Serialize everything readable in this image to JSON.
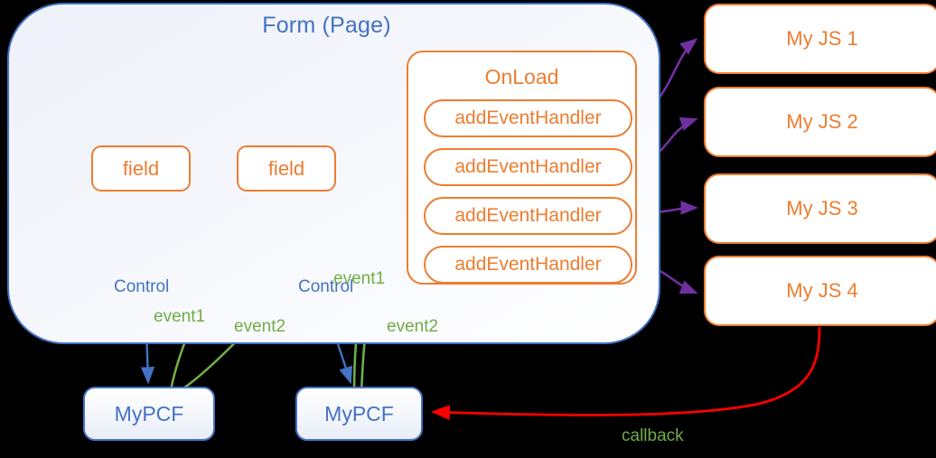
{
  "diagram": {
    "title": "Form (Page)",
    "colors": {
      "form_border": "#4472C4",
      "orange": "#ED7D31",
      "blue": "#4472C4",
      "green": "#70AD47",
      "purple": "#7030A0",
      "red": "#FF0000",
      "background": "#000000"
    },
    "form": {
      "label": "Form (Page)",
      "fields": [
        {
          "label": "field"
        },
        {
          "label": "field"
        }
      ],
      "onload": {
        "label": "OnLoad",
        "handlers": [
          {
            "label": "addEventHandler"
          },
          {
            "label": "addEventHandler"
          },
          {
            "label": "addEventHandler"
          },
          {
            "label": "addEventHandler"
          }
        ]
      }
    },
    "js_boxes": [
      {
        "label": "My JS 1"
      },
      {
        "label": "My JS 2"
      },
      {
        "label": "My JS 3"
      },
      {
        "label": "My JS 4"
      }
    ],
    "pcf_boxes": [
      {
        "label": "MyPCF"
      },
      {
        "label": "MyPCF"
      }
    ],
    "edge_labels": {
      "control_1": "Control",
      "event1_1": "event1",
      "event2_1": "event2",
      "control_2": "Control",
      "event1_2": "event1",
      "event2_2": "event2",
      "callback": "callback"
    }
  }
}
